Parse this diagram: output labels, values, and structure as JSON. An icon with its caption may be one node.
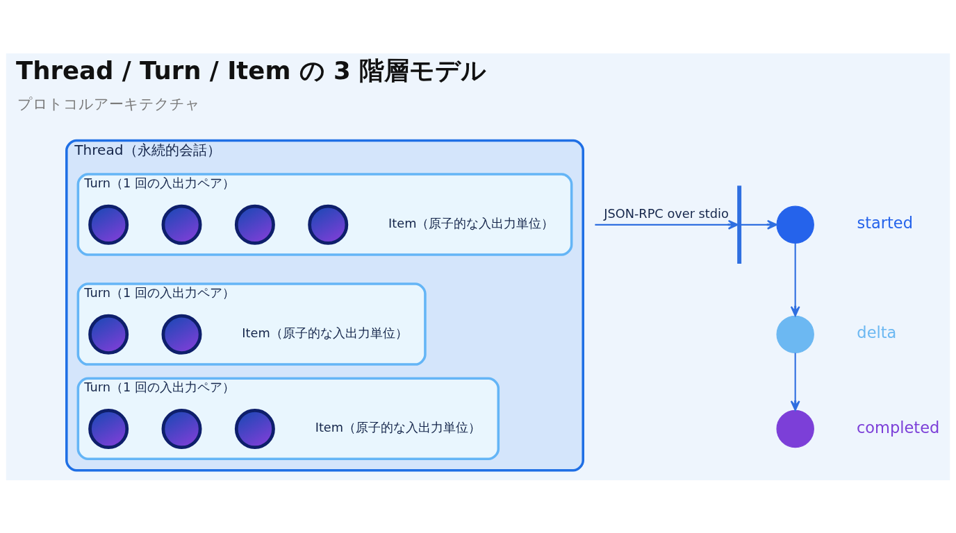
{
  "diagram": {
    "title": "Thread / Turn / Item の 3 階層モデル",
    "nodes": [
      {
        "text": [
          "Thread（永続的会話）"
        ]
      },
      {
        "text": [
          "Turn（1 回の入出力ペア）"
        ],
        "in": 0
      },
      {
        "text": [],
        "shape": "circle",
        "in": 1
      },
      {
        "text": [],
        "shape": "circle",
        "in": 1
      },
      {
        "text": [],
        "shape": "circle",
        "in": 1
      },
      {
        "text": [],
        "shape": "circle",
        "in": 1,
        "beside": [
          "Item（原子的な入出力単位）"
        ]
      },
      {
        "text": [
          "Turn（1 回の入出力ペア）"
        ],
        "in": 0
      },
      {
        "text": [],
        "shape": "circle",
        "in": 6
      },
      {
        "text": [],
        "shape": "circle",
        "in": 6,
        "beside": [
          "Item（原子的な入出力単位）"
        ]
      },
      {
        "text": [
          "Turn（1 回の入出力ペア）"
        ],
        "in": 0
      },
      {
        "text": [],
        "shape": "circle",
        "in": 9
      },
      {
        "text": [],
        "shape": "circle",
        "in": 9
      },
      {
        "text": [],
        "shape": "circle",
        "in": 9,
        "beside": [
          "Item（原子的な入出力単位）"
        ]
      },
      {
        "text": [],
        "shape": "bar"
      },
      {
        "text": [],
        "shape": "circle",
        "beside": [
          "started"
        ]
      },
      {
        "text": [],
        "shape": "circle",
        "beside": [
          "delta"
        ]
      },
      {
        "text": [],
        "shape": "circle",
        "beside": [
          "completed"
        ]
      }
    ],
    "edges": [
      {
        "from": null,
        "to": 13,
        "arrow": "to",
        "label": "JSON-RPC over stdio"
      },
      {
        "from": 13,
        "to": 14,
        "arrow": "to"
      },
      {
        "from": 14,
        "to": 15,
        "arrow": "to"
      },
      {
        "from": 15,
        "to": 16,
        "arrow": "to"
      }
    ],
    "labels": [
      "プロトコルアーキテクチャ"
    ]
  }
}
